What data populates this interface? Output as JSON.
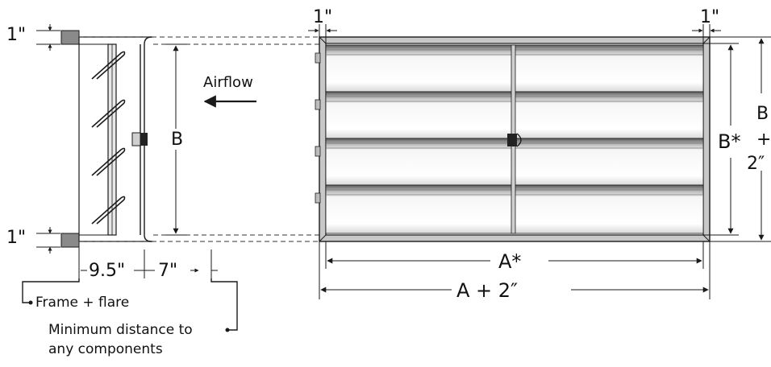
{
  "labels": {
    "inch_top_left": "1\"",
    "inch_bottom_left": "1\"",
    "inch_top_front_left": "1\"",
    "inch_top_front_right": "1\"",
    "airflow": "Airflow",
    "side_height": "B",
    "dim_frame_depth": "9.5\"",
    "dim_clearance": "7\"",
    "front_width_inner": "A*",
    "front_width_outer": "A + 2″",
    "front_height_inner": "B*",
    "front_height_outer_1": "B",
    "front_height_outer_2": "+",
    "front_height_outer_3": "2″"
  },
  "notes": {
    "frame_flare": "Frame + flare",
    "min_distance_1": "Minimum distance to",
    "min_distance_2": "any components"
  },
  "colors": {
    "line": "#1a1a1a",
    "dash": "#333333",
    "frame_fill": "#c8c8c8",
    "blade_light": "#f4f4f4",
    "blade_dark": "#6e6e6e",
    "mount_block": "#8a8a8a",
    "actuator": "#222222"
  }
}
